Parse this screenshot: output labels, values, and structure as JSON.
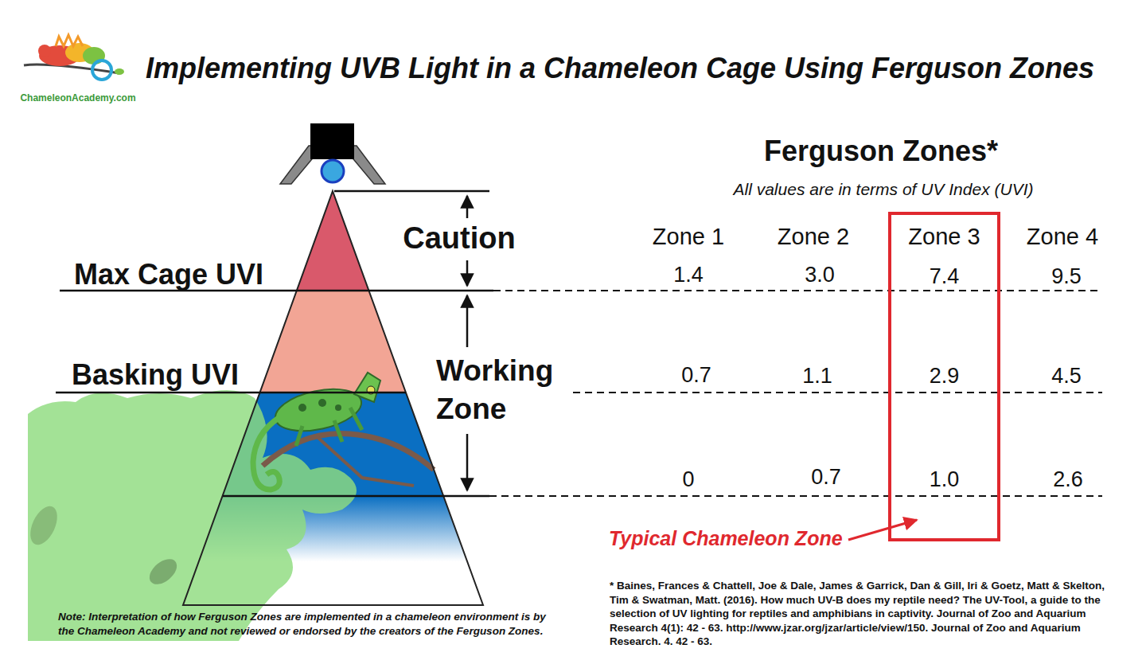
{
  "diagram": {
    "title": "Implementing UVB Light in a Chameleon Cage Using Ferguson Zones",
    "nodes": [
      {
        "text": [
          "Zone 3",
          "7.4",
          "2.9",
          "1.0"
        ]
      }
    ],
    "labels": [
      "ChameleonAcademy.com",
      "Caution",
      "Max Cage UVI",
      "Basking UVI",
      "Working Zone",
      "Ferguson Zones*",
      "All values are in terms of UV Index (UVI)",
      "Zone 1",
      "Zone 2",
      "Zone 4",
      "1.4",
      "3.0",
      "9.5",
      "0.7",
      "1.1",
      "4.5",
      "0",
      "0.7",
      "2.6",
      "Typical Chameleon Zone",
      "Note: Interpretation of how Ferguson Zones are implemented in a chameleon environment is by the Chameleon Academy and not reviewed or endorsed by the creators of the Ferguson Zones.",
      "* Baines, Frances & Chattell, Joe & Dale, James & Garrick, Dan & Gill, Iri & Goetz, Matt & Skelton, Tim & Swatman, Matt. (2016). How much UV-B does my reptile need? The UV-Tool, a guide to the selection of UV lighting for reptiles and amphibians in captivity. Journal of Zoo and Aquarium Research 4(1): 42 - 63. http://www.jzar.org/jzar/article/view/150. Journal of Zoo and Aquarium Research. 4. 42 - 63."
    ]
  }
}
